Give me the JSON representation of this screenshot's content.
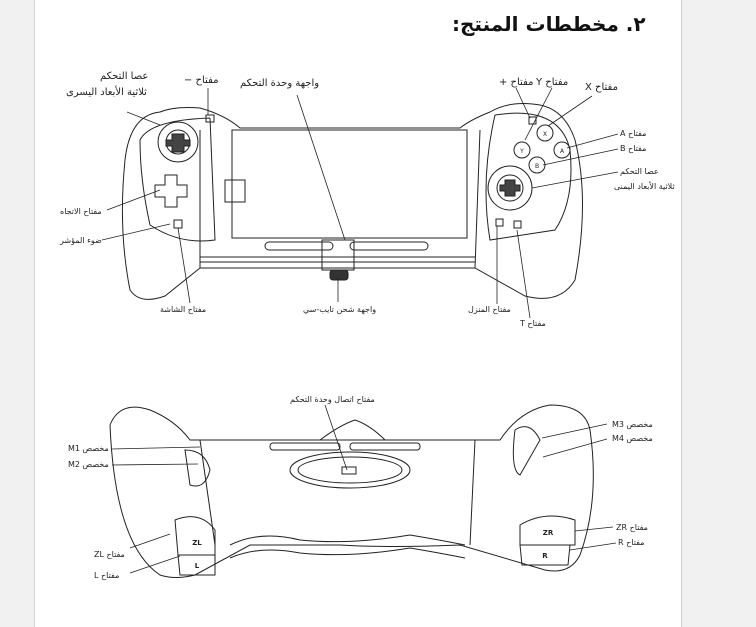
{
  "title": "٢. مخططات المنتج:",
  "front_view": {
    "left_stick": [
      "عصا التحكم",
      "ثلاثية الأبعاد اليسرى"
    ],
    "minus_key": "مفتاح −",
    "controller_interface": "واجهة وحدة التحكم",
    "plus_key": "مفتاح +",
    "y_key": "مفتاح Y",
    "x_key": "مفتاح X",
    "a_key": "مفتاح A",
    "b_key": "مفتاح B",
    "right_stick": [
      "عصا التحكم",
      "ثلاثية الأبعاد اليمنى"
    ],
    "dpad": "مفتاح الاتجاه",
    "indicator": "ضوء المؤشر",
    "screenshot_key": "مفتاح الشاشة",
    "usb_c": "واجهة شحن تايب-سي",
    "home_key": "مفتاح المنزل",
    "t_key": "مفتاح T"
  },
  "back_view": {
    "connect_key": "مفتاح اتصال وحدة التحكم",
    "m1": "مخصص M1",
    "m2": "مخصص M2",
    "m3": "مخصص M3",
    "m4": "مخصص M4",
    "zr": "مفتاح ZR",
    "r": "مفتاح R",
    "zl": "مفتاح ZL",
    "l": "مفتاح L",
    "btn_zl": "ZL",
    "btn_l": "L",
    "btn_zr": "ZR",
    "btn_r": "R"
  },
  "face_buttons": {
    "x": "X",
    "y": "Y",
    "a": "A",
    "b": "B"
  }
}
